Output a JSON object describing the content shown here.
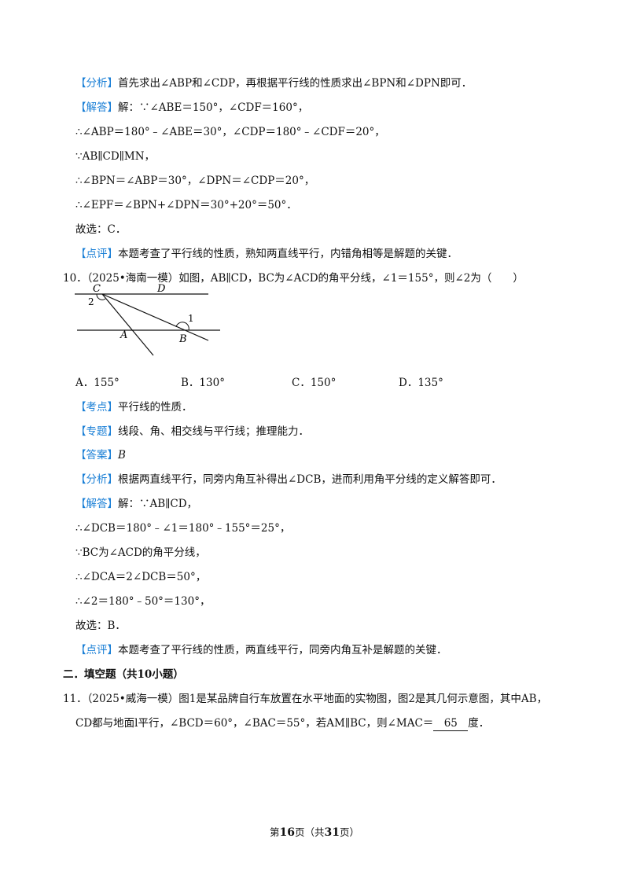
{
  "q9": {
    "analysis_tag": "【分析】",
    "analysis_text": "首先求出∠ABP和∠CDP，再根据平行线的性质求出∠BPN和∠DPN即可．",
    "solution_tag": "【解答】",
    "solution_intro": "解：∵∠ABE＝150°，∠CDF＝160°，",
    "steps": [
      "∴∠ABP＝180°﹣∠ABE＝30°，∠CDP＝180°﹣∠CDF＝20°，",
      "∵AB∥CD∥MN，",
      "∴∠BPN＝∠ABP＝30°，∠DPN＝∠CDP＝20°，",
      "∴∠EPF＝∠BPN+∠DPN＝30°+20°＝50°．",
      "故选：C．"
    ],
    "comment_tag": "【点评】",
    "comment_text": "本题考查了平行线的性质，熟知两直线平行，内错角相等是解题的关键．"
  },
  "q10": {
    "stem": "10．（2025•海南一模）如图，AB∥CD，BC为∠ACD的角平分线，∠1＝155°，则∠2为（　　）",
    "figure_labels": {
      "C": "C",
      "D": "D",
      "A": "A",
      "B": "B",
      "one": "1",
      "two": "2"
    },
    "options": [
      "A．155°",
      "B．130°",
      "C．150°",
      "D．135°"
    ],
    "kaodian_tag": "【考点】",
    "kaodian_text": "平行线的性质．",
    "zhuanti_tag": "【专题】",
    "zhuanti_text": "线段、角、相交线与平行线；推理能力．",
    "answer_tag": "【答案】",
    "answer_text": "B",
    "analysis_tag": "【分析】",
    "analysis_text": "根据两直线平行，同旁内角互补得出∠DCB，进而利用角平分线的定义解答即可．",
    "solution_tag": "【解答】",
    "solution_intro": "解：∵AB∥CD，",
    "steps": [
      "∴∠DCB＝180°﹣∠1＝180°﹣155°＝25°，",
      "∵BC为∠ACD的角平分线，",
      "∴∠DCA＝2∠DCB＝50°，",
      "∴∠2＝180°﹣50°＝130°，",
      "故选：B．"
    ],
    "comment_tag": "【点评】",
    "comment_text": "本题考查了平行线的性质，两直线平行，同旁内角互补是解题的关键．"
  },
  "section_title": "二．填空题（共10小题）",
  "q11": {
    "line1": "11．（2025•威海一模）图1是某品牌自行车放置在水平地面的实物图，图2是其几何示意图，其中AB，",
    "line2_pre": "CD都与地面l平行，∠BCD＝60°，∠BAC＝55°，若AM∥BC，则∠MAC＝",
    "answer": "65",
    "line2_post": "度．"
  },
  "footer": {
    "pre": "第",
    "page": "16",
    "mid": "页（共",
    "total": "31",
    "post": "页）"
  }
}
